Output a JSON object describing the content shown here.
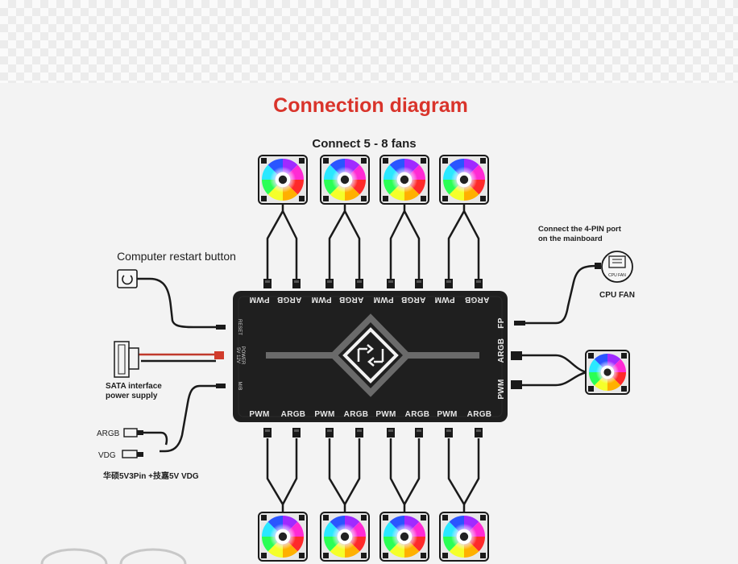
{
  "title": "Connection diagram",
  "subtitle": "Connect 5 - 8 fans",
  "labels": {
    "restart": "Computer restart button",
    "sata_line1": "SATA interface",
    "sata_line2": "power supply",
    "argb": "ARGB",
    "vdg": "VDG",
    "adapter": "华硕5V3Pin +技嘉5V VDG",
    "mainboard_line1": "Connect the 4-PIN port",
    "mainboard_line2": "on the mainboard",
    "cpu_fan": "CPU FAN",
    "cpu_fan_icon_text": "CPU FAN"
  },
  "hub": {
    "top_ports": [
      "PWM",
      "ARGB",
      "PWM",
      "ARGB",
      "PWM",
      "ARGB",
      "PWM",
      "ARGB"
    ],
    "bottom_ports": [
      "PWM",
      "ARGB",
      "PWM",
      "ARGB",
      "PWM",
      "ARGB",
      "PWM",
      "ARGB"
    ],
    "left_ports": [
      "RESET",
      "POWER",
      "5V 12V",
      "M/B"
    ],
    "right_ports": [
      "FP",
      "ARGB",
      "PWM"
    ]
  },
  "colors": {
    "title": "#d9342b",
    "hub": "#1f1f1f",
    "wire": "#1a1a1a"
  }
}
